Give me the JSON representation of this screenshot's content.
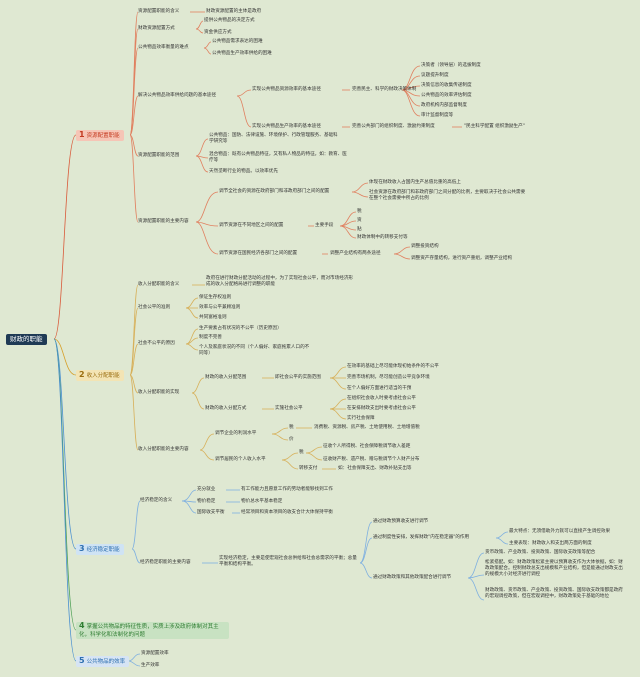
{
  "root": "财政的职能",
  "sections": [
    {
      "num": "1",
      "label": "资源配置职能"
    },
    {
      "num": "2",
      "label": "收入分配职能"
    },
    {
      "num": "3",
      "label": "经济稳定职能"
    },
    {
      "num": "4",
      "label": "掌握公共物品的特征性质，实质上涉及政府体制对其主化，科学化和法制化的问题"
    },
    {
      "num": "5",
      "label": "公共物品的效率"
    }
  ],
  "s1": {
    "meaning": "资源配置职能的含义",
    "meaning_detail": "财政资源配置的主体是政府",
    "method": "财政资源配置方式",
    "method_items": [
      "提供公共物品的决定方式",
      "资金供应方式"
    ],
    "difficulty": "公共物品效率衡量的难点",
    "difficulty_items": [
      "公共物品需求表达的困难",
      "公共物品生产效率供给的困难"
    ],
    "basic": "解决公共物品效率供给问题的基本途径",
    "basic_a": "实现公共物品资源效率的基本途径",
    "basic_a1": "完善民主、科学的财政决策体制",
    "basic_a1_items": [
      "决策者（领导层）的选拔制度",
      "议题提升制度",
      "决策信息的收集传递制度",
      "公共物品的效率评估制度",
      "政府机构内部监督制度",
      "审计监督制度等"
    ],
    "basic_b": "实现公共物品生产效率的基本途径",
    "basic_b1": "完善公共部门的组织制度、激励约束制度",
    "basic_b2": "\"民主科学配置 组织激励生产\"",
    "scope": "资源配置职能的范围",
    "scope_items": [
      "公共物品：国防、法律设施、环境保护、行政管理服务、基础科学研究等",
      "混合物品：既有公共物品特征，又有私人物品的特征。如：教育、医疗等",
      "天然垄断行业的物品。以效率优先"
    ],
    "content": "资源配置职能的主要内容",
    "c1": "调节全社会的资源在政府部门和非政府部门之间的配置",
    "c1_items": [
      "体现在财政收入占国内生产总值比重的高低上",
      "社会资源在政府部门和非政府部门之间分配的比例，主要取决于社会公共需要在整个社会需要中所占的比例"
    ],
    "c2": "调节资源在不同地区之间的配置",
    "c2_mid": "主要手段",
    "c2_items": [
      "税",
      "资",
      "贴",
      "财政体制中的转移支付等"
    ],
    "c3": "调节资源在国民经济各部门之间的配置",
    "c3_mid": "调整产业结构有两条途径",
    "c3_items": [
      "调整投资结构",
      "调整资产存量结构，进行资产重组，调整产业结构"
    ]
  },
  "s2": {
    "meaning": "收入分配职能的含义",
    "meaning_detail": "政府在进行财政分配活动的过程中，为了实现社会公平，而对市场经济形成的收入分配格局进行调整的职能",
    "principle": "社会公平的准则",
    "principle_items": [
      "保证生存权准则",
      "效率与公平兼顾准则",
      "共同富裕准则"
    ],
    "reason": "社会不公平的原因",
    "reason_items": [
      "生产要素占有状况的不公平（历史原因）",
      "制度不完善",
      "个人及家庭状况的不同（个人偏好、家庭拖累人口的不同等）"
    ],
    "achieve": "收入分配职能的实现",
    "a1": "财政的收入分配范围",
    "a1_mid": "即社会公平的实施范围",
    "a1_items": [
      "在效率的基础上尽可能体现初始条件的不公平",
      "完善市场机制，尽可能创造公平竞争环境",
      "在个人偏好方面进行适当的干预"
    ],
    "a2": "财政的收入分配方式",
    "a2_mid": "实施社会公平",
    "a2_items": [
      "在组织社会收入时要考虑社会公平",
      "在安排财政支出时要考虑社会公平",
      "实行社会保障"
    ],
    "content": "收入分配职能的主要内容",
    "k1": "调节企业的利润水平",
    "k1_items": [
      "税",
      "价"
    ],
    "k1_detail": "消费税、资源税、房产税、土地使用税、土地增值税",
    "k2": "调节居民的个人收入水平",
    "k2_items": [
      "税",
      "转移支付"
    ],
    "k2_tax": [
      "征收个人所得税、社会保障税调节收入差距",
      "征收财产税、遗产税、赠与税调节个人财产分布"
    ],
    "k2_transfer": "如：社会保障支出、财政补贴支出等"
  },
  "s3": {
    "meaning": "经济稳定的含义",
    "meaning_items": [
      "充分就业",
      "物价稳定",
      "国际收支平衡"
    ],
    "meaning_details": [
      "有工作能力且愿意工作的劳动者能够找到工作",
      "物价总水平基本稳定",
      "经常项目和资本项目的收支合计大体保持平衡"
    ],
    "content": "经济稳定职能的主要内容",
    "content_detail": "实现经济稳定，主要是使宏观社会总供给和社会总需求的平衡；总量平衡和结构平衡。",
    "w1": "通过财政预算收支进行调节",
    "w2": "通过制度性安排，发挥财政\"内在稳定器\"的作用",
    "w2_items": [
      "最大特点：无须借助外力就可以直接产生调控效果",
      "主要表现：财政收入和支出两方面的制度"
    ],
    "w3": "通过财政政策和其他政策配合进行调节",
    "w3_items": [
      "货币政策、产业政策、投资政策、国际收支政策等配合",
      "松紧搭配。如：财政政策松紧主要以预算收支作为大体依据，如：财政政策配合。控制财政总支出规模和产业结构，但是能通过财政支出的规模大小对经济进行调控",
      "财政政策、货币政策、产业政策、投资政策、国际收支政策都是政府的宏观调控政策，但在宏观调控中，财政政策处于基础的地位"
    ]
  },
  "s5": {
    "items": [
      "资源配置效率",
      "生产效率"
    ]
  }
}
